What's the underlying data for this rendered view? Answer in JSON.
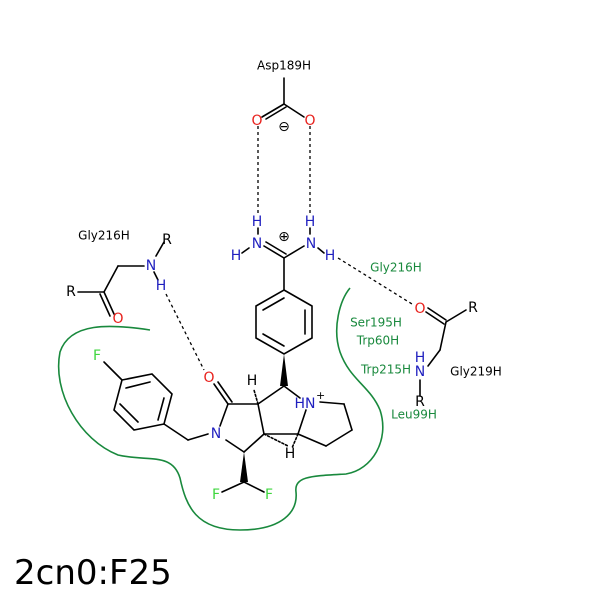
{
  "title": "2cn0:F25",
  "colors": {
    "bond": "#000000",
    "nitrogen": "#1f1fbf",
    "oxygen": "#e8201c",
    "fluorine": "#3fd63f",
    "hydrophobic_residue": "#19893d",
    "hbond_residue": "#000000",
    "contour": "#19893d"
  },
  "residues": {
    "asp189": "Asp189H",
    "gly216_top": "Gly216H",
    "gly216_right": "Gly216H",
    "gly219": "Gly219H",
    "ser195": "Ser195H",
    "trp60": "Trp60H",
    "trp215": "Trp215H",
    "leu99": "Leu99H"
  },
  "atoms": {
    "o_asp_left": "O",
    "o_asp_right": "O",
    "charge_minus": "⊖",
    "charge_plus": "⊕",
    "h_amidine_1": "H",
    "h_amidine_2": "H",
    "h_amidine_3": "H",
    "h_amidine_4": "H",
    "n_amidine_left": "N",
    "n_amidine_right": "N",
    "n_gly216": "N",
    "h_gly216": "H",
    "r_gly216_top": "R",
    "r_gly216_left": "R",
    "o_gly216": "O",
    "o_lactam": "O",
    "n_lactam": "N",
    "f_benzyl": "F",
    "h_ring_1": "H",
    "h_ring_2": "H",
    "n_plus": "HN",
    "n_plus_charge": "+",
    "f_left": "F",
    "f_right": "F",
    "o_gly219": "O",
    "r_gly219_top": "R",
    "h_gly219": "H",
    "n_gly219": "N",
    "r_gly219_bottom": "R"
  }
}
